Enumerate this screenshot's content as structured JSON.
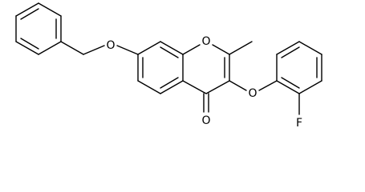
{
  "molecule": {
    "atom_labels": {
      "O_ether_benzyl": "O",
      "O_ring": "O",
      "O_carbonyl": "O",
      "O_ether_aryl": "O",
      "F": "F"
    },
    "line_color": "#000000",
    "background": "#ffffff"
  }
}
